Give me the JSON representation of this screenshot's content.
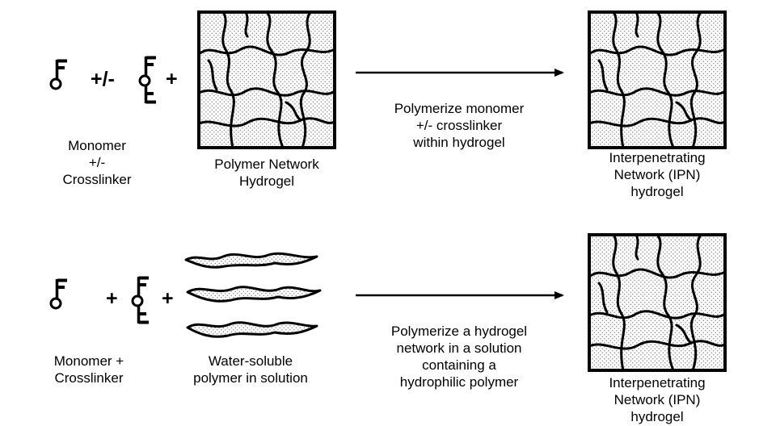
{
  "row1": {
    "plus_minus_symbol": "+/-",
    "plus_symbol": "+",
    "reactant_label": [
      "Monomer",
      "+/-",
      "Crosslinker"
    ],
    "hydrogel_label": [
      "Polymer Network",
      "Hydrogel"
    ],
    "process_label": [
      "Polymerize monomer",
      "+/- crosslinker",
      "within hydrogel"
    ],
    "product_label": [
      "Interpenetrating",
      "Network (IPN)",
      "hydrogel"
    ]
  },
  "row2": {
    "plus_symbol_1": "+",
    "plus_symbol_2": "+",
    "reactant_label": [
      "Monomer +",
      "Crosslinker"
    ],
    "polymer_label": [
      "Water-soluble",
      "polymer in solution"
    ],
    "process_label": [
      "Polymerize a hydrogel",
      "network in a solution",
      "containing a",
      "hydrophilic polymer"
    ],
    "product_label": [
      "Interpenetrating",
      "Network (IPN)",
      "hydrogel"
    ]
  },
  "colors": {
    "stroke": "#000000",
    "dot_fill": "#9a9a9a",
    "background": "#ffffff"
  },
  "icons": [
    "monomer-icon",
    "crosslinker-icon",
    "hydrogel-network-icon",
    "polymer-chain-icon",
    "arrow-icon",
    "ipn-network-icon"
  ]
}
